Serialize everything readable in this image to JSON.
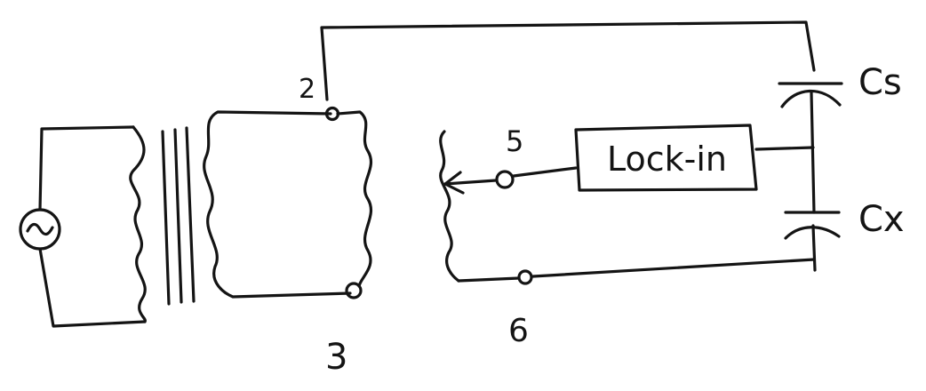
{
  "diagram": {
    "components": {
      "lock_in_label": "Lock-in",
      "capacitor_standard_label": "Cs",
      "capacitor_unknown_label": "Cx"
    },
    "terminals": {
      "t2": "2",
      "t3": "3",
      "t5": "5",
      "t6": "6"
    },
    "icons": {
      "source": "ac-source-icon",
      "transformer": "transformer-icon",
      "potentiometer": "potentiometer-icon"
    }
  }
}
